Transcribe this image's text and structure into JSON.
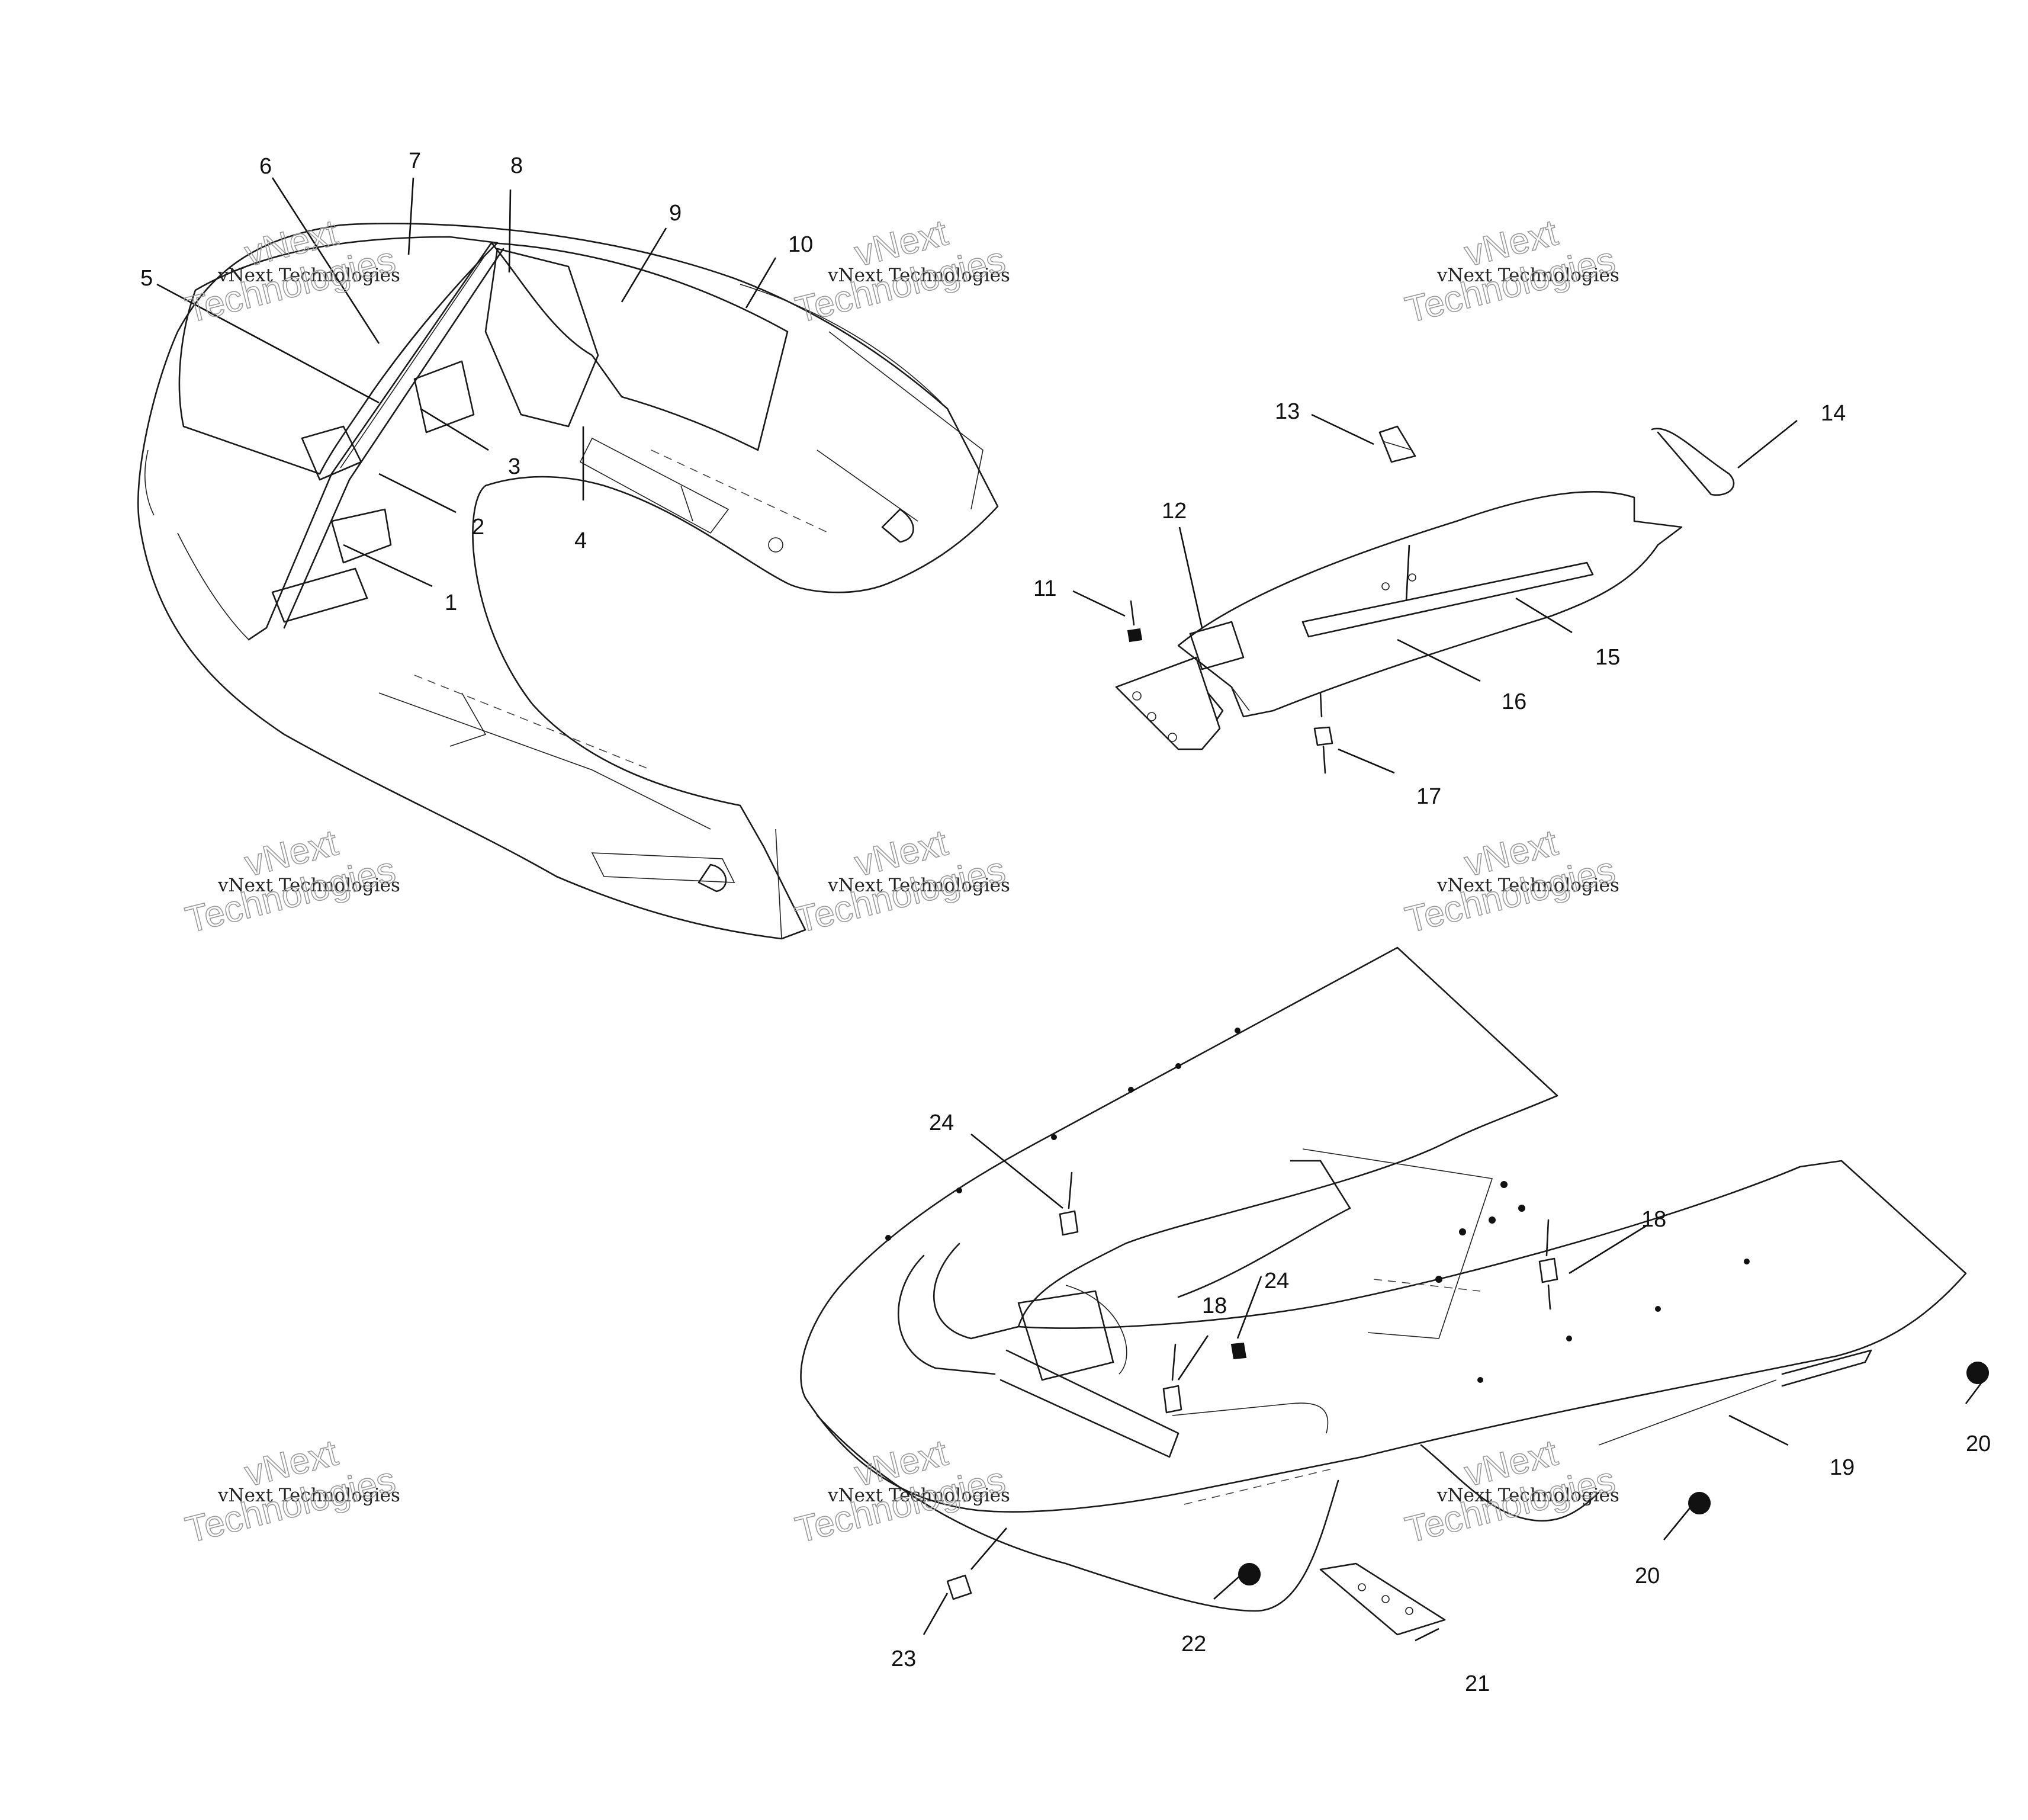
{
  "diagram": {
    "watermark_line1": "vNext",
    "watermark_line2": "Technologies",
    "watermark_small": "vNext Technologies",
    "callouts": [
      "1",
      "2",
      "3",
      "4",
      "5",
      "6",
      "7",
      "8",
      "9",
      "10",
      "11",
      "12",
      "13",
      "14",
      "15",
      "16",
      "17",
      "18",
      "18",
      "19",
      "20",
      "20",
      "21",
      "22",
      "23",
      "24",
      "24"
    ]
  }
}
